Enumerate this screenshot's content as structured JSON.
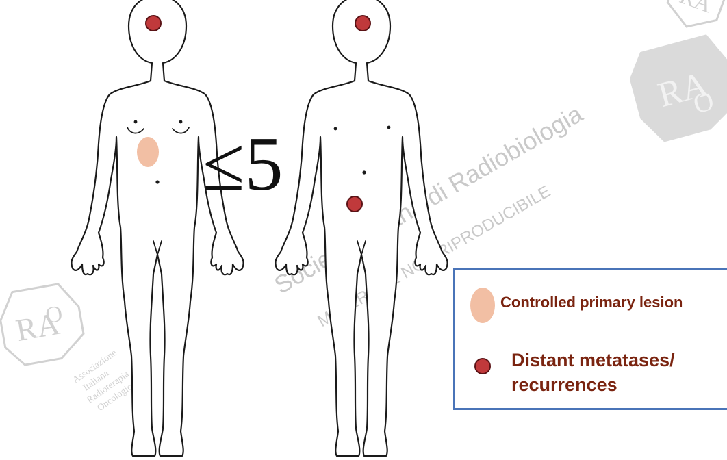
{
  "figure": {
    "left_body": {
      "lesions": [
        "brain-metastasis",
        "controlled-primary-lesion"
      ]
    },
    "right_body": {
      "lesions": [
        "brain-metastasis",
        "pelvic-metastasis"
      ]
    },
    "comparison_symbol": "≤5"
  },
  "legend": {
    "items": [
      {
        "label": "Controlled primary lesion",
        "swatch_color": "#f2bfa4",
        "swatch": "pale-oval"
      },
      {
        "label_line1": "Distant metatases/",
        "label_line2": "recurrences",
        "swatch_color": "#c0393b",
        "swatch": "red-dot"
      }
    ],
    "border_color": "#4a74b8",
    "text_color": "#7a2410"
  },
  "watermarks": {
    "main_line1": "Società Italiana di Radiobiologia",
    "main_line2": "MATERIALE NON RIPRODUCIBILE",
    "logo_left_lines": [
      "Associazione",
      "Italiana",
      "Radioterapia",
      "Oncologica"
    ]
  }
}
